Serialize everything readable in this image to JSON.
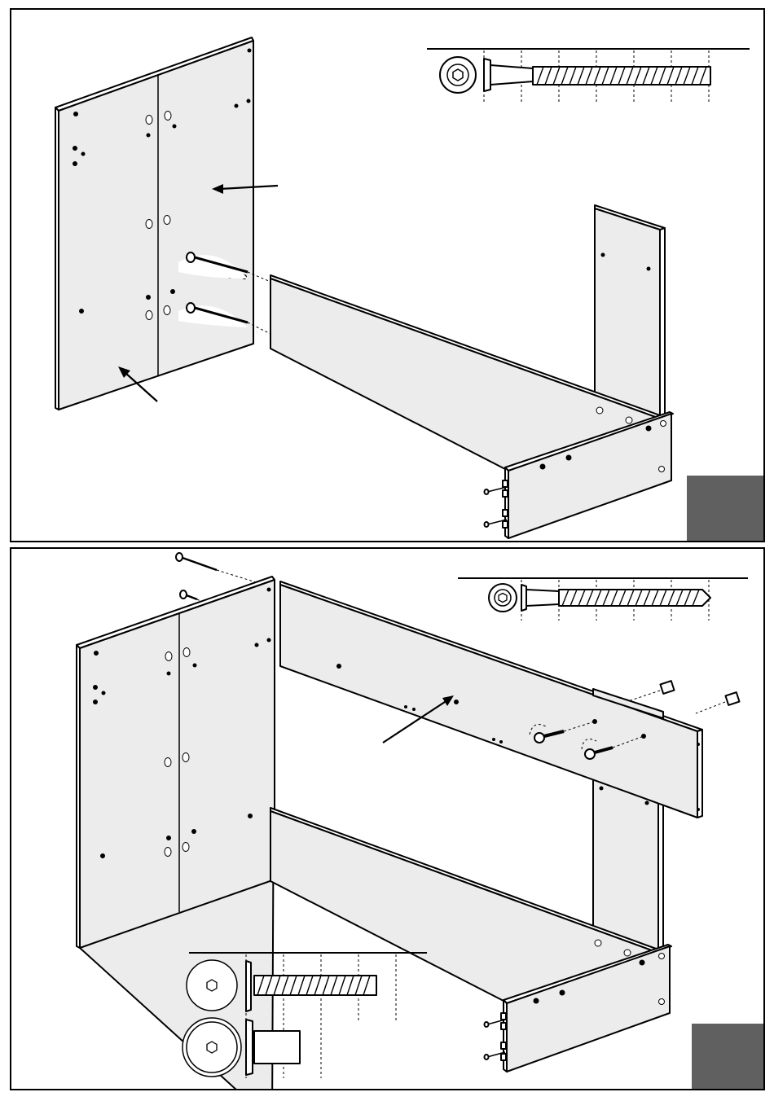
{
  "steps": [
    {
      "step_number": "",
      "parts": [
        "side-panel",
        "bottom-rail",
        "front-rail",
        "back-upright",
        "long-screw"
      ],
      "hardware": "hex-socket-countersunk-screw"
    },
    {
      "step_number": "",
      "parts": [
        "side-panel",
        "top-rail",
        "bottom-rail",
        "front-rail",
        "back-upright",
        "long-screw",
        "cam-bolt",
        "cam-dowel"
      ],
      "hardware": [
        "hex-socket-countersunk-screw",
        "cam-bolt",
        "cam-dowel"
      ]
    }
  ],
  "icons": {
    "hex_socket": "hexagon-socket-icon",
    "screw": "screw-icon",
    "cam_bolt": "cam-bolt-icon",
    "dowel": "dowel-icon"
  },
  "colors": {
    "board_fill": "#ececec",
    "line": "#000000",
    "badge": "#606060"
  }
}
